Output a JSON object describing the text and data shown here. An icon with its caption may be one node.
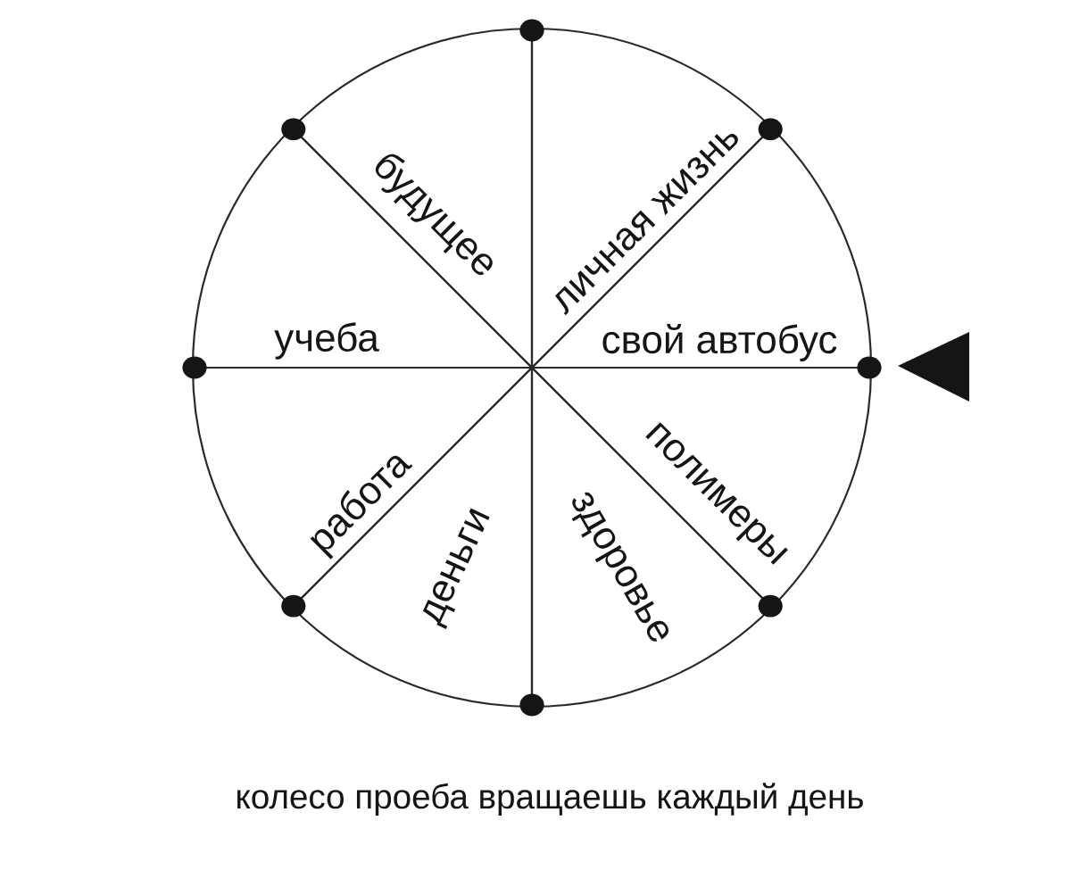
{
  "diagram": {
    "caption": "колесо проеба вращаешь каждый день",
    "nodes": [
      {
        "text": [
          "будущее"
        ]
      },
      {
        "text": [
          "личная жизнь"
        ]
      },
      {
        "text": [
          "учеба"
        ]
      },
      {
        "text": [
          "свой автобус"
        ]
      },
      {
        "text": [
          "работа"
        ]
      },
      {
        "text": [
          "деньги"
        ]
      },
      {
        "text": [
          "здоровье"
        ]
      },
      {
        "text": [
          "полимеры"
        ]
      }
    ]
  }
}
